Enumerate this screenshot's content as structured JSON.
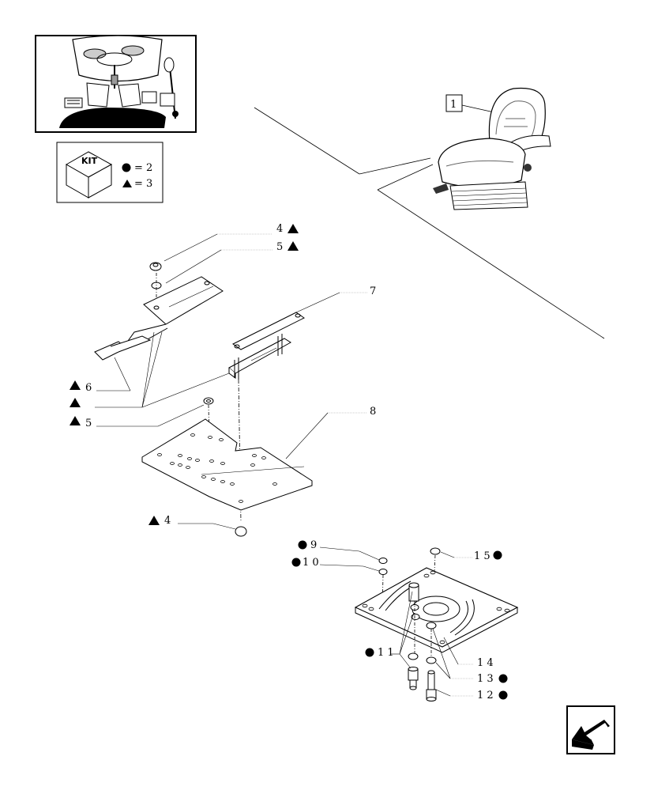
{
  "kit_legend": {
    "kit_label": "KIT",
    "circle_label": "= 2",
    "triangle_label": "= 3"
  },
  "callouts": {
    "c1": "1",
    "c4a": "4",
    "c5a": "5",
    "c7": "7",
    "c6": "6",
    "c5b": "5",
    "c8": "8",
    "c4b": "4",
    "c9": "9",
    "c10": "1 0",
    "c15": "1 5",
    "c11": "1 1",
    "c14": "1 4",
    "c13": "1 3",
    "c12": "1 2"
  },
  "icons": {
    "circle_marker": "black-circle",
    "triangle_marker": "black-triangle",
    "nav": "arrow-previous-page-icon"
  }
}
